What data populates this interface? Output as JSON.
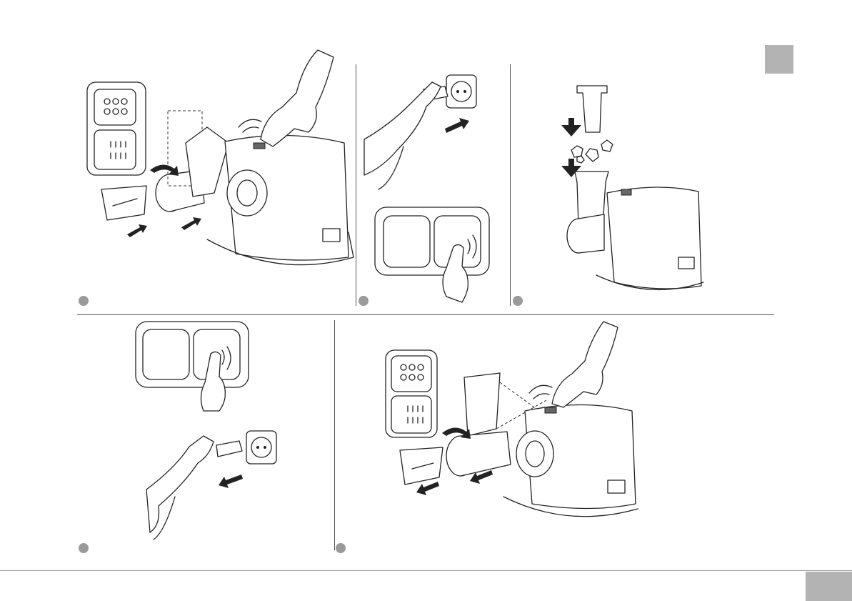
{
  "page": {
    "tab_color": "#b3b3b3",
    "rule_color": "#555555",
    "step_marker_color": "#9a9a9a"
  },
  "panels": [
    {
      "id": "attach-drum",
      "step_marker": "",
      "icon": "meat-grinder-attach-shredder-icon"
    },
    {
      "id": "plug-in",
      "step_marker": "",
      "icon": "plug-in-outlet-icon"
    },
    {
      "id": "feed-food",
      "step_marker": "",
      "icon": "feed-tube-pusher-icon"
    },
    {
      "id": "switch-off-unplug",
      "step_marker": "",
      "icon": "unplug-outlet-icon"
    },
    {
      "id": "detach-drum",
      "step_marker": "",
      "icon": "meat-grinder-detach-shredder-icon"
    }
  ],
  "footer": {
    "page_number": ""
  }
}
